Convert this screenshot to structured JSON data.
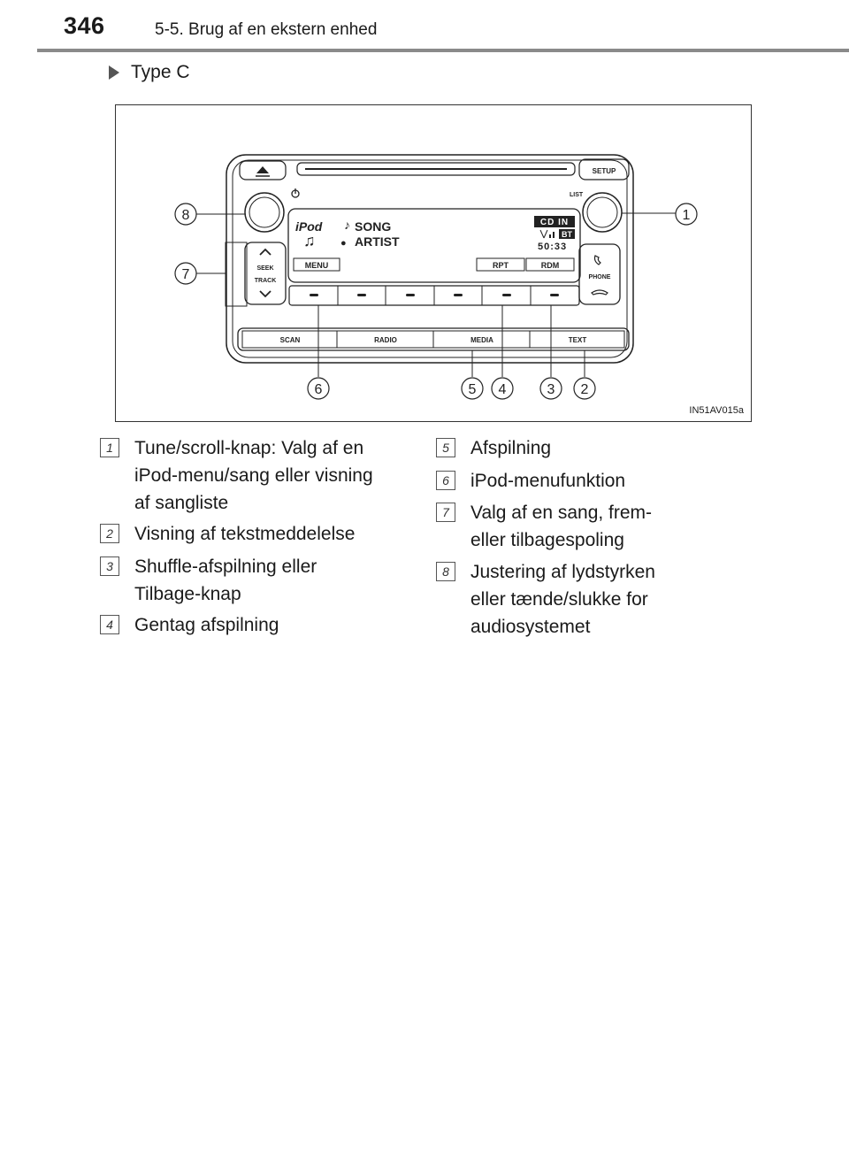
{
  "header": {
    "page_number": "346",
    "section_title": "5-5. Brug af en ekstern enhed"
  },
  "type_heading": "Type C",
  "figure": {
    "figure_id": "IN51AV015a",
    "buttons": {
      "setup": "SETUP",
      "list": "LIST",
      "seek": "SEEK",
      "track": "TRACK",
      "phone": "PHONE",
      "scan": "SCAN",
      "radio": "RADIO",
      "media": "MEDIA",
      "text": "TEXT"
    },
    "screen": {
      "source": "iPod",
      "song": "SONG",
      "artist": "ARTIST",
      "cd_in": "CD IN",
      "bt": "BT",
      "time": "50:33",
      "menu": "MENU",
      "rpt": "RPT",
      "rdm": "RDM"
    },
    "callouts": [
      "1",
      "2",
      "3",
      "4",
      "5",
      "6",
      "7",
      "8"
    ]
  },
  "legend": {
    "left": [
      {
        "num": "1",
        "lines": [
          "Tune/scroll-knap: Valg af en",
          "iPod-menu/sang eller visning",
          "af sangliste"
        ]
      },
      {
        "num": "2",
        "lines": [
          "Visning af tekstmeddelelse"
        ]
      },
      {
        "num": "3",
        "lines": [
          "Shuffle-afspilning eller",
          "Tilbage-knap"
        ]
      },
      {
        "num": "4",
        "lines": [
          "Gentag afspilning"
        ]
      }
    ],
    "right": [
      {
        "num": "5",
        "lines": [
          "Afspilning"
        ]
      },
      {
        "num": "6",
        "lines": [
          "iPod-menufunktion"
        ]
      },
      {
        "num": "7",
        "lines": [
          "Valg af en sang, frem-",
          "eller tilbagespoling"
        ]
      },
      {
        "num": "8",
        "lines": [
          "Justering af lydstyrken",
          "eller tænde/slukke for",
          "audiosystemet"
        ]
      }
    ]
  }
}
